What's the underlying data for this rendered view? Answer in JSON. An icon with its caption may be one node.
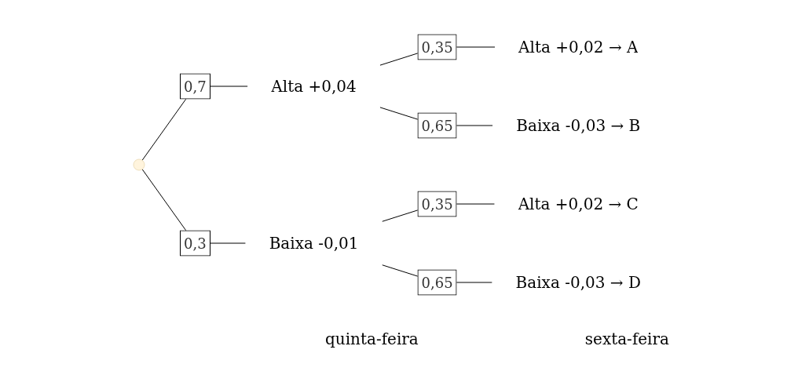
{
  "diagram": {
    "nodes": [
      {
        "text": [],
        "shape": "point"
      },
      {
        "text": [
          "Alta +0,04"
        ]
      },
      {
        "text": [
          "Baixa -0,01"
        ]
      },
      {
        "text": [
          "Alta +0,02 → A"
        ]
      },
      {
        "text": [
          "Baixa -0,03 → B"
        ]
      },
      {
        "text": [
          "Alta +0,02 → C"
        ]
      },
      {
        "text": [
          "Baixa -0,03 → D"
        ]
      }
    ],
    "edges": [
      {
        "from": 0,
        "to": 1,
        "arrow": "none",
        "label": "0,7"
      },
      {
        "from": 0,
        "to": 2,
        "arrow": "none",
        "label": "0,3"
      },
      {
        "from": 1,
        "to": 3,
        "arrow": "none",
        "label": "0,35"
      },
      {
        "from": 1,
        "to": 4,
        "arrow": "none",
        "label": "0,65"
      },
      {
        "from": 2,
        "to": 5,
        "arrow": "none",
        "label": "0,35"
      },
      {
        "from": 2,
        "to": 6,
        "arrow": "none",
        "label": "0,65"
      }
    ],
    "labels": [
      "quinta-feira",
      "sexta-feira"
    ]
  }
}
